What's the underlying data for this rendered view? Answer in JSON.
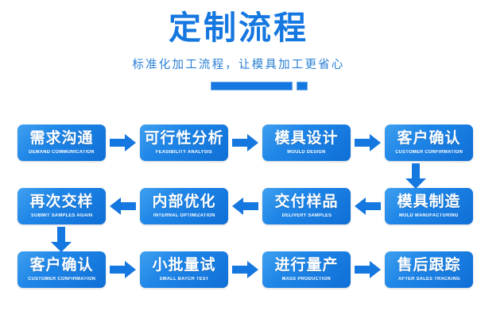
{
  "header": {
    "title": "定制流程",
    "subtitle": "标准化加工流程，让模具加工更省心",
    "accent_color": "#1577e0",
    "subtitle_color": "#2a7fd4"
  },
  "flow": {
    "rows": [
      {
        "direction": "right",
        "steps": [
          {
            "cn": "需求沟通",
            "en": "DEMAND COMMUNICATION"
          },
          {
            "cn": "可行性分析",
            "en": "FEASIBILITY ANALYSIS"
          },
          {
            "cn": "模具设计",
            "en": "MOULD DESIGN"
          },
          {
            "cn": "客户确认",
            "en": "CUSTOMER CONFIRMATION"
          }
        ]
      },
      {
        "direction": "left",
        "steps": [
          {
            "cn": "再次交样",
            "en": "SUBMIT SAMPLES AGAIN"
          },
          {
            "cn": "内部优化",
            "en": "INTERNAL OPTIMIZATION"
          },
          {
            "cn": "交付样品",
            "en": "DELIVERY SAMPLES"
          },
          {
            "cn": "模具制造",
            "en": "MOLD MANUFACTURING"
          }
        ]
      },
      {
        "direction": "right",
        "steps": [
          {
            "cn": "客户确认",
            "en": "CUSTOMER CONFIRMATION"
          },
          {
            "cn": "小批量试",
            "en": "SMALL BATCH TEST"
          },
          {
            "cn": "进行量产",
            "en": "MASS PRODUCTION"
          },
          {
            "cn": "售后跟踪",
            "en": "AFTER SALES TRACKING"
          }
        ]
      }
    ],
    "connectors": [
      {
        "name": "connector-row1-to-row2",
        "side": "right",
        "direction": "down"
      },
      {
        "name": "connector-row2-to-row3",
        "side": "left",
        "direction": "down"
      }
    ],
    "box_color": "#1577e0",
    "arrow_color": "#1577e0"
  }
}
